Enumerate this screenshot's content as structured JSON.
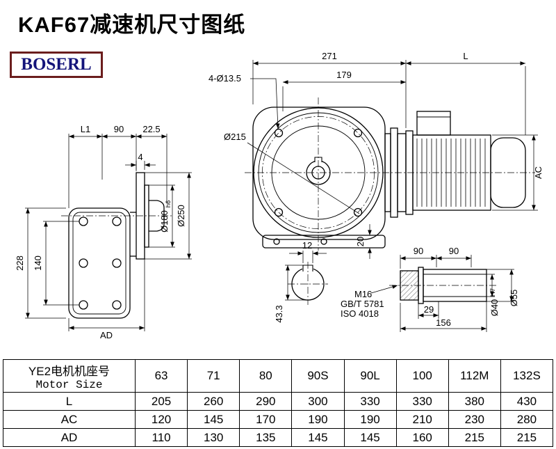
{
  "page": {
    "title": "KAF67减速机尺寸图纸",
    "logo_text": "BOSERL"
  },
  "drawing": {
    "side_view": {
      "l1": "L1",
      "w90": "90",
      "w225": "22.5",
      "t4": "4",
      "h228": "228",
      "h140": "140",
      "ad": "AD",
      "d180": "Ø180",
      "d180_tol": "h6",
      "d250": "Ø250"
    },
    "front_view": {
      "w271": "271",
      "w179": "179",
      "l": "L",
      "holes": "4-Ø13.5",
      "d215": "Ø215",
      "ac": "AC",
      "t20": "20"
    },
    "shaft_end": {
      "w12": "12",
      "d433": "43.3"
    },
    "section": {
      "l90a": "90",
      "l90b": "90",
      "m16": "M16",
      "gb": "GB/T 5781",
      "iso": "ISO 4018",
      "l29": "29",
      "l156": "156",
      "d40": "Ø40",
      "d40_tol": "H7",
      "d55": "Ø55"
    }
  },
  "table": {
    "motor_label_cn": "YE2电机机座号",
    "motor_label_en": "Motor Size",
    "sizes": [
      "63",
      "71",
      "80",
      "90S",
      "90L",
      "100",
      "112M",
      "132S"
    ],
    "rows": [
      {
        "label": "L",
        "values": [
          "205",
          "260",
          "290",
          "300",
          "330",
          "330",
          "380",
          "430"
        ]
      },
      {
        "label": "AC",
        "values": [
          "120",
          "145",
          "170",
          "190",
          "190",
          "210",
          "230",
          "280"
        ]
      },
      {
        "label": "AD",
        "values": [
          "110",
          "130",
          "135",
          "145",
          "145",
          "160",
          "215",
          "215"
        ]
      }
    ]
  }
}
